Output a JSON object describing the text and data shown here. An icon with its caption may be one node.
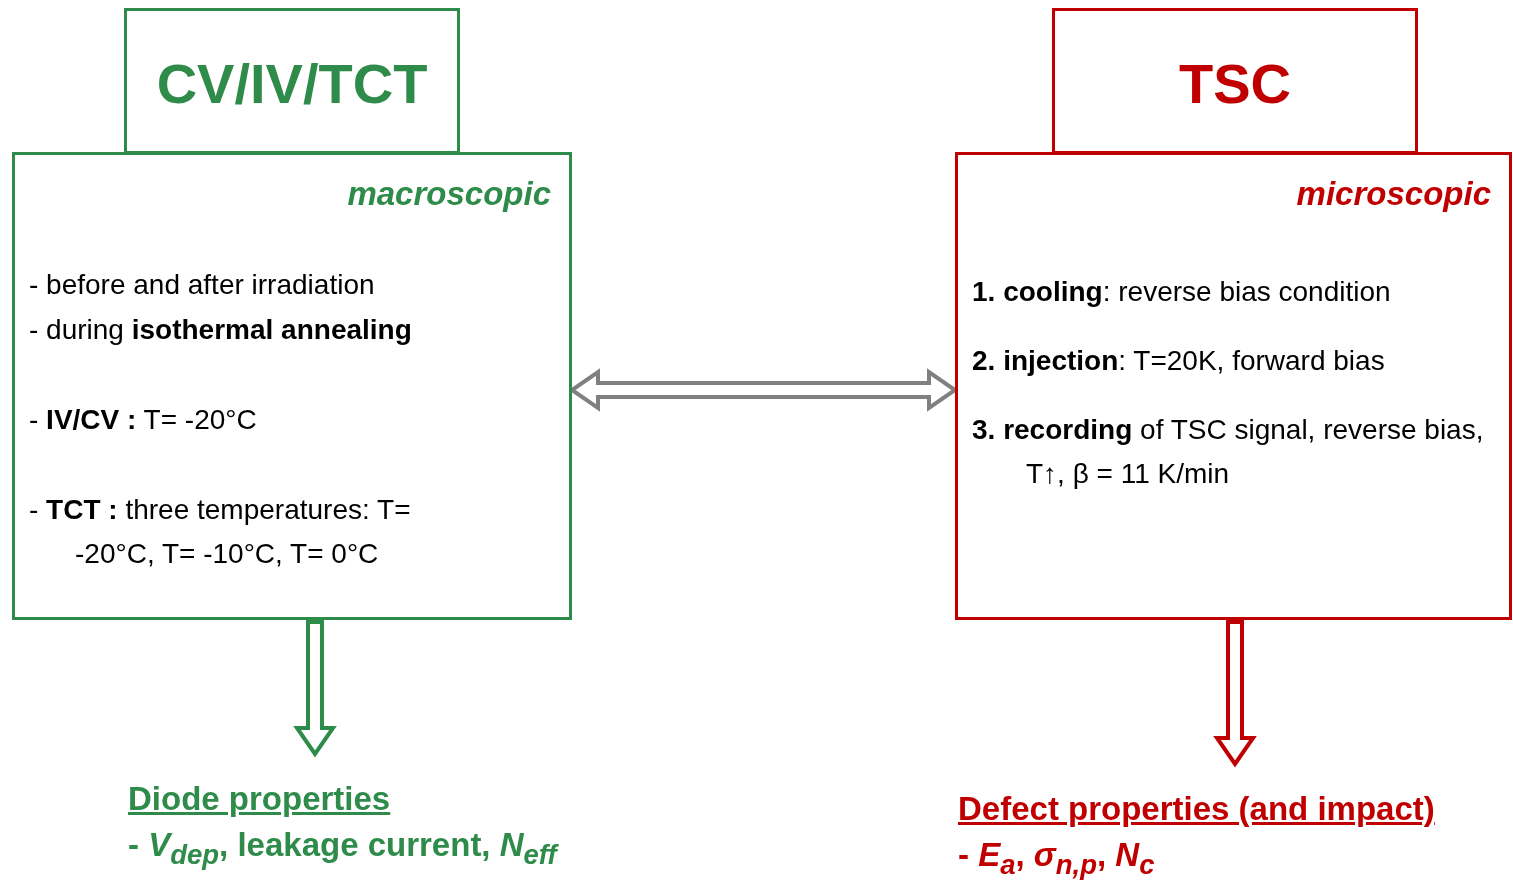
{
  "diagram": {
    "nodes": [
      {
        "text": [
          "CV/IV/TCT"
        ]
      },
      {
        "text": [
          "macroscopic",
          "- before and after irradiation",
          "- during **isothermal annealing**",
          "- **IV/CV :** T= -20°C",
          "- **TCT :** three temperatures: T= -20°C, T= -10°C, T= 0°C"
        ]
      },
      {
        "text": [
          "TSC"
        ]
      },
      {
        "text": [
          "microscopic",
          "**1.** **cooling**: reverse bias condition",
          "**2.** **injection**: T=20K, forward bias",
          "**3.** **recording** of TSC signal, reverse bias, T↑, β = 11 K/min"
        ]
      },
      {
        "text": [
          "Diode properties",
          "- *V*$_{dep}$, leakage current, *N*$_{eff}$"
        ]
      },
      {
        "text": [
          "Defect properties (and impact)",
          "- *E*$_{a}$, *σ*$_{n,p}$, *N*$_{c}$"
        ]
      }
    ],
    "edges": [
      {
        "from": 1,
        "to": 3,
        "arrow": "both",
        "color": "#808080"
      },
      {
        "from": 1,
        "to": 4,
        "arrow": "to",
        "color": "#2e8b4a"
      },
      {
        "from": 3,
        "to": 5,
        "arrow": "to",
        "color": "#c00000"
      }
    ]
  }
}
